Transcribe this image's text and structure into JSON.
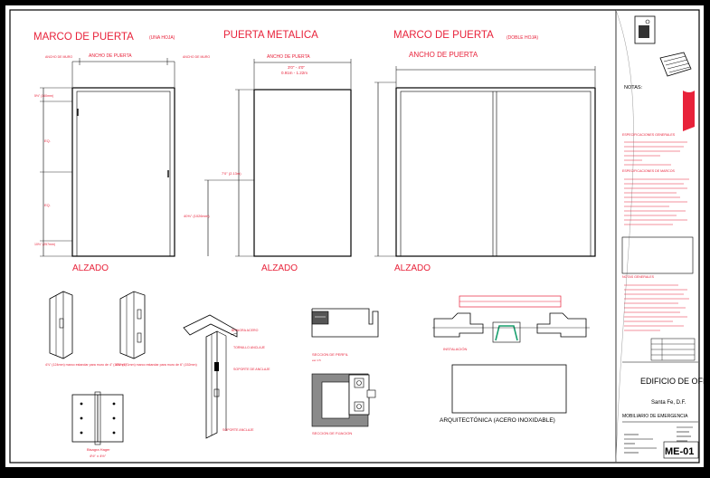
{
  "colors": {
    "background": "#000000",
    "paper": "#ffffff",
    "line": "#000000",
    "accent_red": "#e8223a",
    "dim_red": "#ff2a2a"
  },
  "elevations": {
    "marco_title": "MARCO DE PUERTA",
    "marco_sub": "(UNA HOJA)",
    "metal_title": "PUERTA METALICA",
    "double_title": "MARCO DE PUERTA",
    "double_sub": "(DOBLE HOJA)",
    "ancho_de_puerta": "ANCHO DE PUERTA",
    "ancho_de_muro_left": "ANCHO DE MURO",
    "ancho_de_muro_right": "ANCHO DE MURO",
    "metal_dim_1": "3'0\" - 4'0\"",
    "metal_dim_2": "0.91m - 1.22m",
    "double_ancho": "ANCHO DE PUERTA",
    "dim_top": "5½\" (140mm)",
    "dim_mid_1": "EQ.",
    "dim_mid_2": "EQ.",
    "dim_bottom": "10⅛\" (257mm)",
    "dim_height": "7'0\" (2.13m)",
    "dim_handle": "40⅜\" (1026mm)",
    "alzado_1": "ALZADO",
    "alzado_2": "ALZADO",
    "alzado_3": "ALZADO"
  },
  "details": {
    "frame_1_note": "4⅞\" (124mm) marco estandar para muro de 4\" (102mm)",
    "frame_2_note": "6¾\" (171mm) marco estandar para muro de 6\" (152mm)",
    "hinge_caption": "Bisagra Hager",
    "hinge_size": "4½\" x 4½\"",
    "iso_note_1": "BISAGRA ACERO",
    "iso_note_2": "TORNILLO ANCLAJE",
    "iso_note_3": "SOPORTE DE ANCLAJE",
    "iso_note_4": "SOPORTE ANCLAJE",
    "section_caption": "SECCION DE PERFIL",
    "section_sub": "esc 1:5",
    "sill_caption": "SECCION DE FIJACION",
    "install_caption": "INSTALACIÓN",
    "arq_label": "ARQUITECTÓNICA (ACERO INOXIDABLE)"
  },
  "title_block": {
    "notas": "NOTAS:",
    "notes_heading_1": "ESPECIFICACIONES GENERALES",
    "notes_heading_2": "ESPECIFICACIONES DE MARCOS",
    "notes_heading_3": "NOTAS GENERALES",
    "project": "EDIFICIO DE OFICINAS",
    "city": "Santa Fe, D.F.",
    "drawing": "MOBILIARIO DE EMERGENCIA",
    "sheet_number": "ME-01"
  }
}
